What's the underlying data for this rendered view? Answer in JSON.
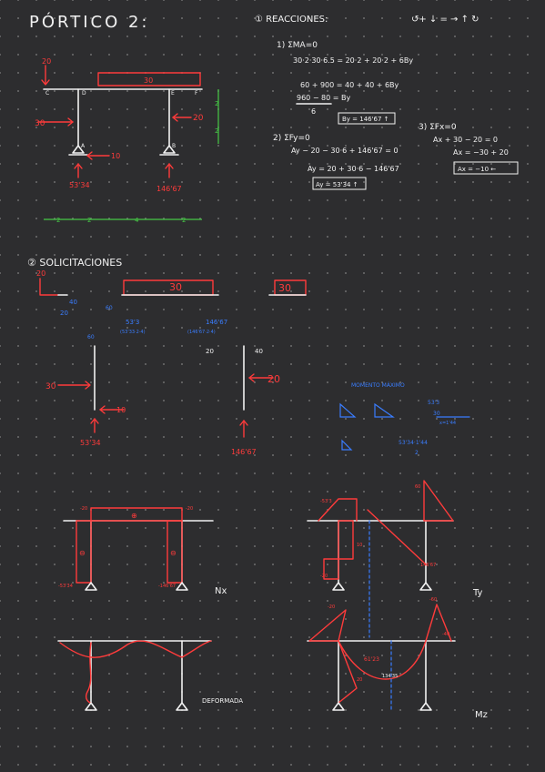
{
  "page": {
    "title": "PÓRTICO 2:",
    "section1": "① REACCIONES:",
    "sign_convention": "↺+ ↓ = → ↑ ↻",
    "section2": "② SOLICITACIONES",
    "momento_maximo": "MOMENTO MÁXIMO",
    "deformada": "DEFORMADA",
    "label_nx": "Nx",
    "label_ty": "Ty",
    "label_mz": "Mz"
  },
  "frame": {
    "load_left_top": "20",
    "load_dist": "30",
    "load_side_left": "30",
    "load_side_right": "20",
    "load_base": "10",
    "node_c": "C",
    "node_d": "D",
    "node_e": "E",
    "node_f": "F",
    "node_a": "A",
    "node_b": "B",
    "react_a": "53'34",
    "react_b": "146'67",
    "dims_bottom": [
      "2",
      "2",
      "4",
      "2"
    ],
    "dims_right": [
      "2",
      "2"
    ]
  },
  "equations": {
    "eq1_title": "1) ΣMA=0",
    "eq1_line1": "30·2·30·6.5 = 20·2 + 20·2 + 6By",
    "eq1_line2": "60 + 900 = 40 + 40 + 6By",
    "eq1_line3": "960 − 80 = By",
    "eq1_den": "6",
    "eq1_result": "By = 146'67 ↑",
    "eq2_title": "2) ΣFy=0",
    "eq2_line1": "Ay − 20 − 30·6 + 146'67 = 0",
    "eq2_line2": "Ay = 20 + 30·6 − 146'67",
    "eq2_result": "Ay = 53'34 ↑",
    "eq3_title": "3) ΣFx=0",
    "eq3_line1": "Ax + 30 − 20 = 0",
    "eq3_line2": "Ax = −30 + 20",
    "eq3_result": "Ax = −10 ←"
  },
  "solicitaciones": {
    "l20": "20",
    "l40": "40",
    "l20b": "20",
    "l30": "30",
    "l30b": "30",
    "l60": "60",
    "v5333": "53'3",
    "v5333b": "(53'33·2·4)",
    "v14667": "146'67",
    "v14667b": "(146'67·2·4)",
    "v60": "60",
    "v10": "10",
    "v30": "30",
    "v5334": "53'34",
    "v14667c": "146'67",
    "v20": "20",
    "v40": "40"
  },
  "momento": {
    "m1": "53'3",
    "m2": "30",
    "m3": "x=1'44",
    "m4": "53'34·1'44",
    "m5": "2"
  },
  "diagrams": {
    "nx_top_left": "-20",
    "nx_top_right": "-20",
    "nx_plus": "⊕",
    "nx_minus": "⊖",
    "nx_left_base": "-53'34",
    "nx_right_base": "-146'67",
    "ty_a": "-53'3",
    "ty_b": "60",
    "ty_c": "10",
    "ty_d": "-20",
    "ty_e": "146'67",
    "mz_a": "-20",
    "mz_b": "-60",
    "mz_c": "20",
    "mz_d": "-40",
    "mz_e": "61'23",
    "mz_f": "134'35"
  }
}
